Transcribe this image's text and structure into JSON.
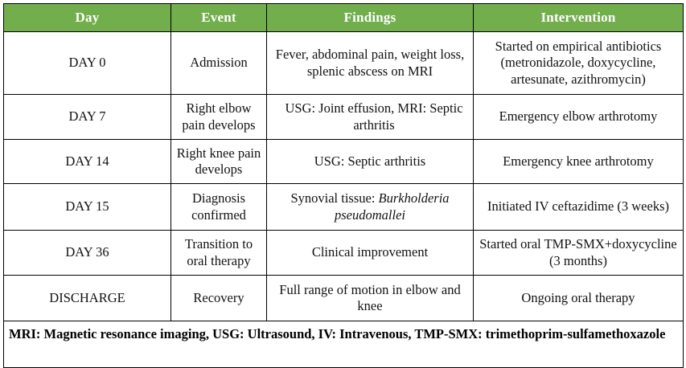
{
  "table": {
    "headers": [
      {
        "label": "Day"
      },
      {
        "label": "Event"
      },
      {
        "label": "Findings"
      },
      {
        "label": "Intervention"
      }
    ],
    "header_bg": "#72AE4C",
    "header_fg": "#FFFFFF",
    "border_color": "#000000",
    "rows": [
      {
        "day": "DAY 0",
        "event": "Admission",
        "findings": "Fever, abdominal pain, weight loss, splenic abscess on MRI",
        "intervention": "Started on empirical antibiotics (metronidazole, doxycycline, artesunate, azithromycin)"
      },
      {
        "day": "DAY 7",
        "event": "Right elbow pain develops",
        "findings": "USG: Joint effusion, MRI: Septic arthritis",
        "intervention": "Emergency elbow arthrotomy"
      },
      {
        "day": "DAY 14",
        "event": "Right knee pain develops",
        "findings": "USG: Septic arthritis",
        "intervention": "Emergency knee arthrotomy"
      },
      {
        "day": "DAY 15",
        "event": "Diagnosis confirmed",
        "findings_prefix": "Synovial tissue: ",
        "findings_italic": "Burkholderia pseudomallei",
        "intervention": "Initiated IV ceftazidime (3 weeks)"
      },
      {
        "day": "DAY 36",
        "event": "Transition to oral therapy",
        "findings": "Clinical improvement",
        "intervention": "Started oral TMP-SMX+doxycycline (3 months)"
      },
      {
        "day": "DISCHARGE",
        "event": "Recovery",
        "findings": "Full range of motion in elbow and knee",
        "intervention": "Ongoing oral therapy"
      }
    ],
    "footnote": "MRI: Magnetic resonance imaging, USG: Ultrasound, IV: Intravenous, TMP-SMX: trimethoprim-sulfamethoxazole"
  }
}
